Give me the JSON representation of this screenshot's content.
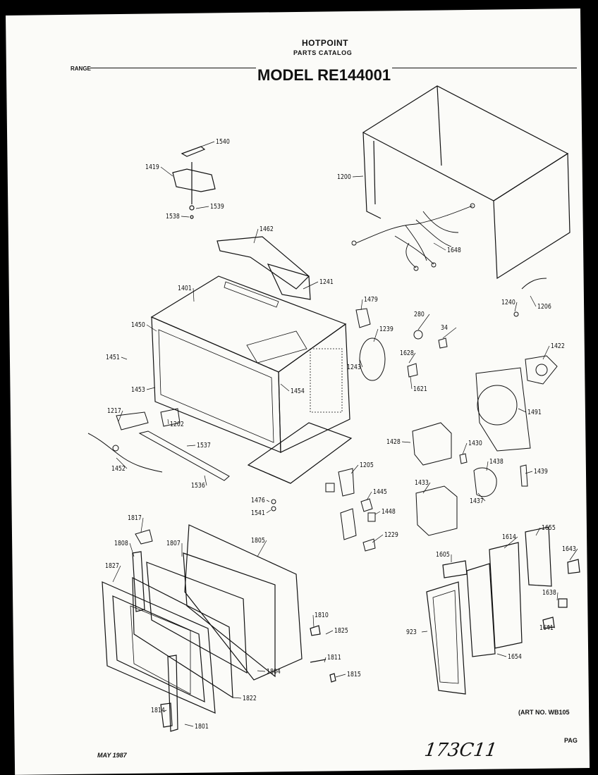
{
  "header": {
    "brand": "HOTPOINT",
    "subtitle": "PARTS CATALOG",
    "range": "RANGE",
    "model": "MODEL RE144001"
  },
  "footer": {
    "art_no": "(ART NO. WB105",
    "date": "MAY 1987",
    "page": "PAG",
    "handwritten": "173C11"
  },
  "parts": [
    "1540",
    "1419",
    "1539",
    "1538",
    "1200",
    "1648",
    "1462",
    "1241",
    "1401",
    "1450",
    "1451",
    "1453",
    "1454",
    "1479",
    "280",
    "34",
    "1239",
    "1243",
    "1628",
    "1621",
    "1240",
    "1206",
    "1422",
    "1491",
    "1217",
    "1202",
    "1537",
    "1452",
    "1536",
    "1428",
    "1430",
    "1438",
    "1439",
    "1437",
    "1205",
    "1445",
    "1448",
    "1476",
    "1541",
    "1433",
    "1229",
    "1817",
    "1808",
    "1807",
    "1805",
    "1827",
    "1810",
    "1825",
    "1811",
    "1815",
    "1804",
    "1822",
    "1814",
    "1801",
    "1605",
    "1614",
    "1655",
    "1643",
    "1638",
    "1641",
    "923",
    "1654"
  ],
  "colors": {
    "ink": "#111111",
    "paper": "#fbfbf8",
    "background": "#000000"
  }
}
